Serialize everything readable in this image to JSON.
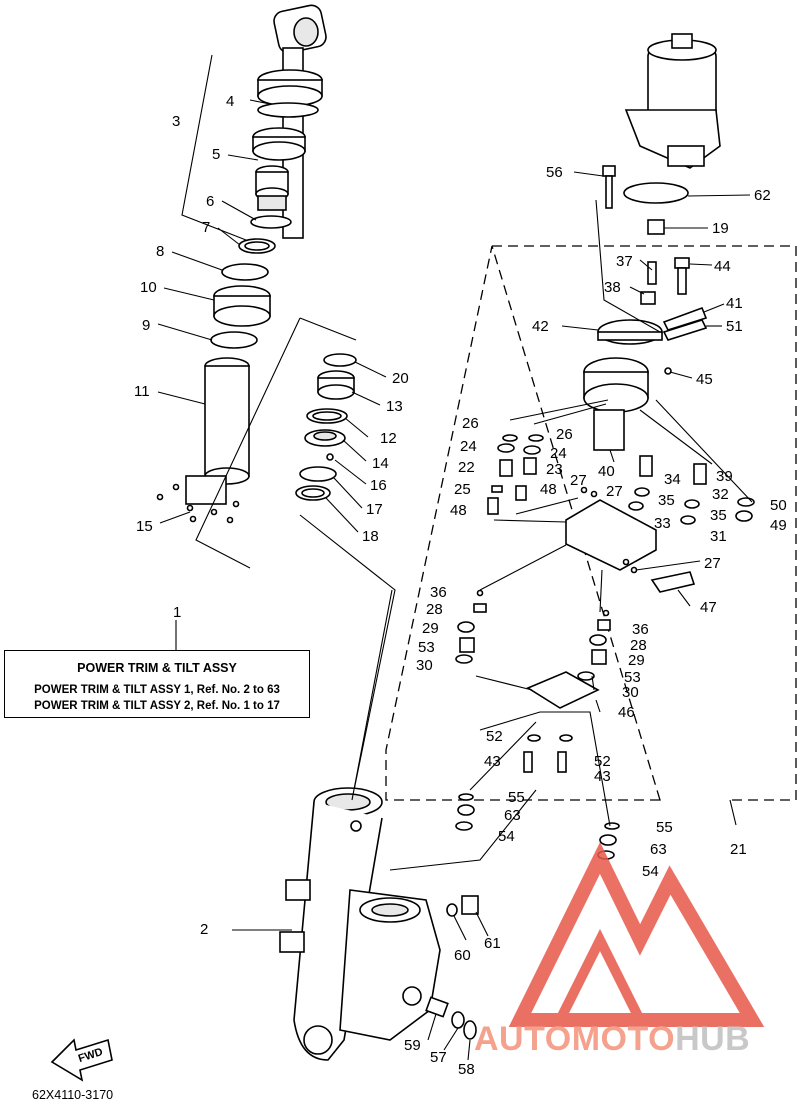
{
  "legend": {
    "title": "POWER TRIM  & TILT ASSY",
    "line1": "POWER TRIM & TILT ASSY 1,  Ref. No. 2 to 63",
    "line2": "POWER TRIM & TILT ASSY 2,  Ref. No. 1 to 17"
  },
  "diagram_code": "62X4110-3170",
  "fwd_label": "FWD",
  "watermark": {
    "part_a": "AUTOMOTO",
    "part_b": "HUB"
  },
  "colors": {
    "line": "#000000",
    "watermark_red": "#e8584a",
    "watermark_gray": "#c8c8c8"
  },
  "part_numbers": {
    "n1": "1",
    "n2": "2",
    "n3": "3",
    "n4": "4",
    "n5": "5",
    "n6": "6",
    "n7": "7",
    "n8": "8",
    "n9": "9",
    "n10": "10",
    "n11": "11",
    "n12": "12",
    "n13": "13",
    "n14": "14",
    "n15": "15",
    "n16": "16",
    "n17": "17",
    "n18": "18",
    "n19": "19",
    "n20": "20",
    "n21": "21",
    "n22": "22",
    "n23": "23",
    "n24": "24",
    "n25": "25",
    "n26": "26",
    "n27": "27",
    "n28": "28",
    "n29": "29",
    "n30": "30",
    "n31": "31",
    "n32": "32",
    "n33": "33",
    "n34": "34",
    "n35": "35",
    "n36": "36",
    "n37": "37",
    "n38": "38",
    "n39": "39",
    "n40": "40",
    "n41": "41",
    "n42": "42",
    "n43": "43",
    "n44": "44",
    "n45": "45",
    "n46": "46",
    "n47": "47",
    "n48": "48",
    "n49": "49",
    "n50": "50",
    "n51": "51",
    "n52": "52",
    "n53": "53",
    "n54": "54",
    "n55": "55",
    "n56": "56",
    "n57": "57",
    "n58": "58",
    "n59": "59",
    "n60": "60",
    "n61": "61",
    "n62": "62",
    "n63": "63"
  }
}
